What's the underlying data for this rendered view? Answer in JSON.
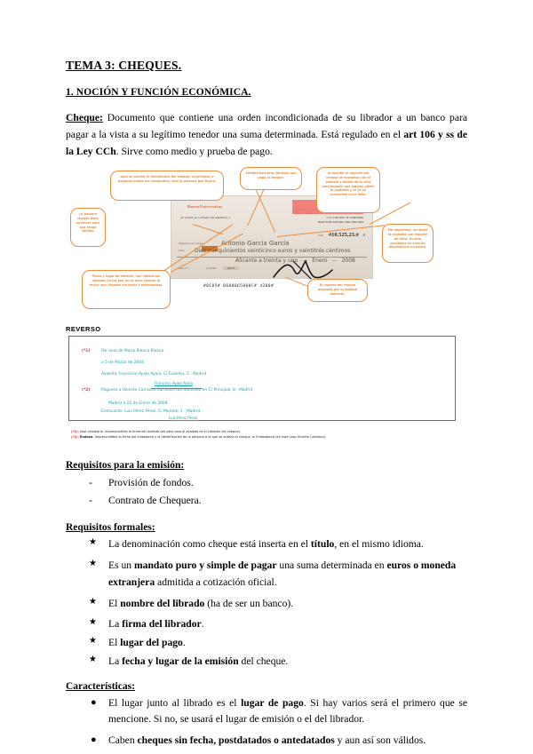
{
  "document": {
    "title": "TEMA 3: CHEQUES.",
    "section_heading": "1. NOCIÓN Y FUNCIÓN ECONÓMICA.",
    "definition": {
      "term": "Cheque:",
      "text_1": " Documento que contiene una orden incondicionada de su librador a un banco para pagar a la vista a su legítimo tenedor una suma determinada. Está regulado en el ",
      "bold_ref": "art 106 y ss de la Ley CCh",
      "text_2": ". Sirve como medio y prueba de pago."
    }
  },
  "figure": {
    "cheque": {
      "bank_name": "BancoUniversitas",
      "bank_address": "AV CUATT 42, 1\nANGEL SALAMANCA, 4",
      "pink_placeholder": "Banco    Oficina    DC    Número de cuenta",
      "ccc_line_1": "CCC   0128   0601   78   0180039846",
      "ccc_line_2": "IBAN   ES49 0128 0601 4600 1800 3984",
      "amount_label": "EUR",
      "amount_value": "#10.525,23.#",
      "currency_mark": "€",
      "pay_label": "Páguese por este cheque a",
      "pay_name": "Antonio García García",
      "sum_label": "Euros",
      "sum_text": "Diez mil quinientos veinticinco euros y veintitrés céntimos",
      "place_text": "Alicante a treinta y uno",
      "date_month": "Enero",
      "date_year": "2008",
      "small_row_label": "Serie 77 a",
      "small_row_num": "4.250.895",
      "small_row_box": "4201 8",
      "micr_line": "#0C05#  0680065000C#  4200#",
      "stamp": ""
    },
    "callouts": [
      {
        "id": "callout-beneficiary",
        "text": "Aquí se escribe el beneficiario del cheque: al portador, o pagando puede ser nominativo, sólo la persona que figura."
      },
      {
        "id": "callout-bank-entity",
        "text": "Entidad bancaria (librado) que paga el cheque."
      },
      {
        "id": "callout-amount-digits",
        "text": "Al escribir el importe del cheque se encabeza con el símbolo y detrás de la cifra para impedir que alguien altere la cantidad y se ve se convierten en la letra."
      },
      {
        "id": "callout-word-cheque",
        "text": "La palabra cheque debe aparecer para que tenga validez."
      },
      {
        "id": "callout-amount-letters",
        "text": "Por seguridad, se repite la cantidad con importe en letra. Es esto prevalece en caso de discrepancia en banco."
      },
      {
        "id": "callout-date-place",
        "text": "Fecha y lugar de emisión. Son válidos los cheques en los que no se hace constar la fecha; son cheques sin fecha o antedatados."
      },
      {
        "id": "callout-signature",
        "text": "El número del cheque asignado por la entidad bancaria."
      }
    ],
    "reverso": {
      "label": "REVERSO",
      "lines": [
        {
          "mark": "(*1)",
          "text": "Por aval de María Blanco Blanco"
        },
        {
          "mark": "",
          "text": "a 5 de        Marzo        de 2004"
        },
        {
          "mark": "",
          "text": "Avalista: Francisco Ayala Ayala, C/ Fuentes, 2 - Madrid"
        },
        {
          "mark": "",
          "text": "Francisco Ayala Ayala",
          "hand": true
        },
        {
          "mark": "(*2)",
          "text": "Páguese a Vicente Carrasco Carrasco con domicilio en C/ Principal, 8 - Madrid"
        },
        {
          "mark": "",
          "text": "Madrid a 22 de   Enero   de 2004"
        },
        {
          "mark": "",
          "text": "Endosante: Luis Pérez Pérez, C/ Montes, 1 - Madrid"
        },
        {
          "mark": "",
          "text": "Luis Pérez Pérez",
          "hand": true
        }
      ]
    },
    "footnotes": [
      {
        "mark": "(*1):",
        "bold": "",
        "text": " Aval cambiario. Imprescindible la firma del Avalista (en este caso el avalado es el Librador del cheque)."
      },
      {
        "mark": "(*2):",
        "bold": "Endoso.",
        "text": " Imprescindible la firma del Endosante y la identificación de la persona a la que se ordena el cheque, el Endosatario (en este caso Vicente Carrasco)."
      }
    ]
  },
  "sections": [
    {
      "id": "requisitos-emision",
      "heading": "Requisitos para la emisión:",
      "marker": "-",
      "items": [
        {
          "text": "Provisión de fondos."
        },
        {
          "text": "Contrato de Chequera."
        }
      ]
    }
  ],
  "requisitos_formales": {
    "heading": "Requisitos formales:",
    "marker": "★",
    "items": [
      {
        "parts": [
          {
            "t": "La denominación como cheque está inserta en el ",
            "b": false
          },
          {
            "t": "título",
            "b": true
          },
          {
            "t": ", en el mismo idioma.",
            "b": false
          }
        ]
      },
      {
        "parts": [
          {
            "t": "Es un ",
            "b": false
          },
          {
            "t": "mandato puro y simple de pagar",
            "b": true
          },
          {
            "t": " una suma determinada en ",
            "b": false
          },
          {
            "t": "euros o moneda extranjera",
            "b": true
          },
          {
            "t": " admitida a cotización oficial.",
            "b": false
          }
        ]
      },
      {
        "parts": [
          {
            "t": "El ",
            "b": false
          },
          {
            "t": "nombre del librado",
            "b": true
          },
          {
            "t": " (ha de ser un banco).",
            "b": false
          }
        ]
      },
      {
        "parts": [
          {
            "t": "La ",
            "b": false
          },
          {
            "t": "firma del librador",
            "b": true
          },
          {
            "t": ".",
            "b": false
          }
        ]
      },
      {
        "parts": [
          {
            "t": "El ",
            "b": false
          },
          {
            "t": "lugar del pago",
            "b": true
          },
          {
            "t": ".",
            "b": false
          }
        ]
      },
      {
        "parts": [
          {
            "t": "La ",
            "b": false
          },
          {
            "t": "fecha y lugar de la emisión",
            "b": true
          },
          {
            "t": " del cheque.",
            "b": false
          }
        ]
      }
    ]
  },
  "caracteristicas": {
    "heading": "Características:",
    "marker": "●",
    "items": [
      {
        "parts": [
          {
            "t": "El lugar junto al librado es el ",
            "b": false
          },
          {
            "t": "lugar de pago",
            "b": true
          },
          {
            "t": ". Si hay varios será el primero que se mencione. Si no, se usará el lugar de emisión o el del librador.",
            "b": false
          }
        ]
      },
      {
        "parts": [
          {
            "t": "Caben ",
            "b": false
          },
          {
            "t": "cheques sin fecha, postdatados o antedatados",
            "b": true
          },
          {
            "t": " y aun así son válidos.",
            "b": false
          }
        ]
      }
    ]
  },
  "colors": {
    "callout_orange": "#ef8c3b",
    "cheque_paper": "#e6ded4",
    "pink_block": "#f0827a",
    "reverso_teal": "#1aa5a8",
    "footnote_red": "#e0342b"
  }
}
